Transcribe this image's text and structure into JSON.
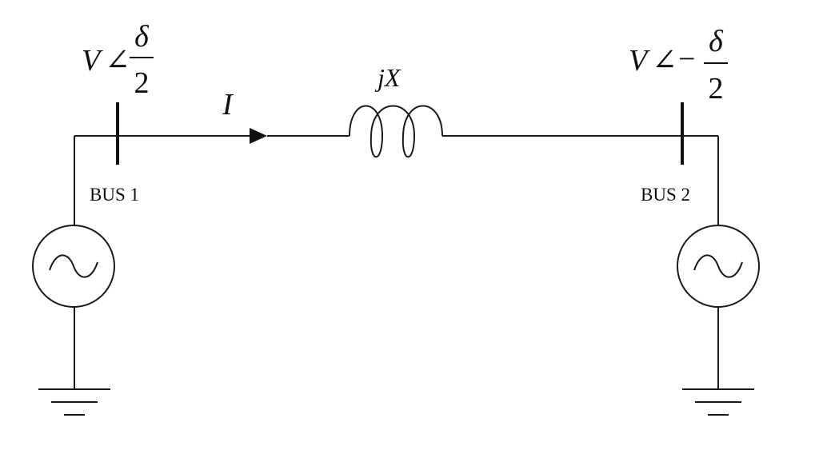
{
  "bus1": {
    "label": "BUS 1",
    "voltage": {
      "magnitude": "V",
      "angle_symbol": "∠",
      "sign": "",
      "numerator": "δ",
      "denominator": "2"
    }
  },
  "bus2": {
    "label": "BUS 2",
    "voltage": {
      "magnitude": "V",
      "angle_symbol": "∠",
      "sign": "−",
      "numerator": "δ",
      "denominator": "2"
    }
  },
  "line": {
    "current_label": "I",
    "reactance_label": "jX"
  },
  "colors": {
    "ink": "#111111",
    "background": "#ffffff"
  }
}
